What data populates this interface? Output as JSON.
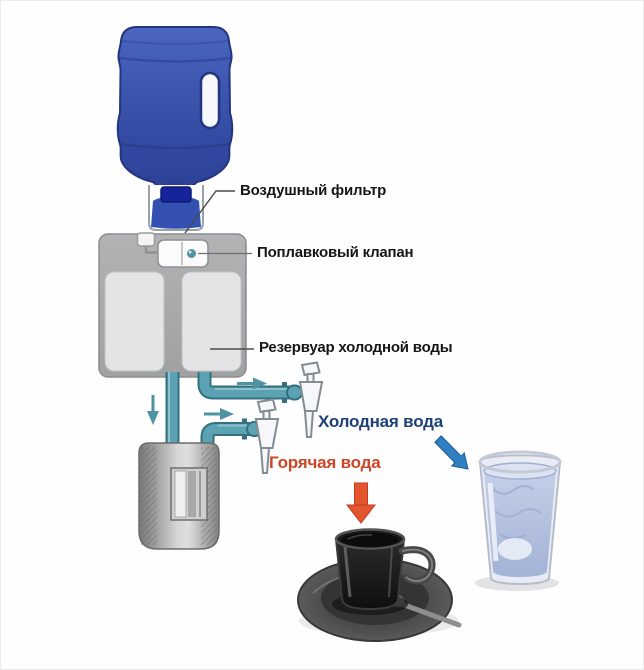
{
  "labels": {
    "air_filter": "Воздушный фильтр",
    "float_valve": "Поплавковый клапан",
    "cold_reservoir": "Резервуар холодной воды",
    "cold_water": "Холодная вода",
    "hot_water": "Горячая вода"
  },
  "colors": {
    "bottle_blue": "#3a53ab",
    "pipe_teal": "#5ba2b2",
    "pipe_outline": "#34707f",
    "flow_arrow_teal": "#4f93a3",
    "cold_label_blue": "#1d4077",
    "hot_label_red": "#cc4526",
    "cold_arrow_blue": "#2f7fc2",
    "hot_arrow_orange": "#e2552f"
  },
  "diagram": {
    "parts": [
      "water-bottle",
      "air-filter-housing",
      "float-valve",
      "cold-water-reservoir",
      "cold-water-pipe",
      "hot-water-pipe",
      "hot-water-tank",
      "cold-water-tap",
      "hot-water-tap",
      "glass-of-cold-water",
      "cup-of-hot-tea"
    ]
  }
}
